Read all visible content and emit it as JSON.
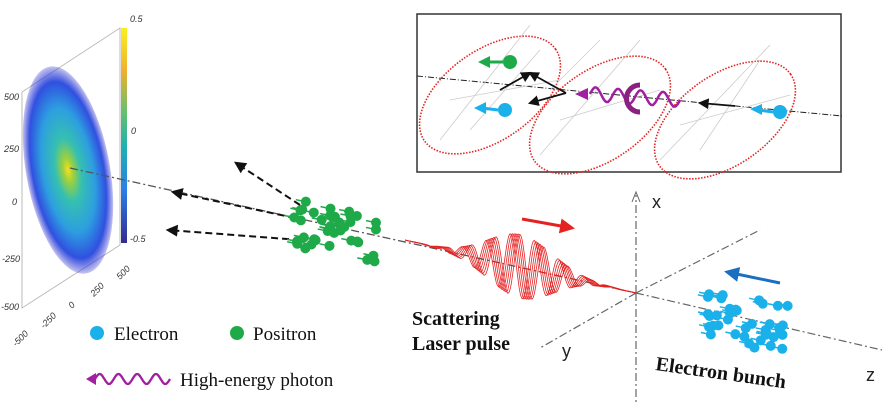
{
  "heatmap": {
    "colorbar_ticks": [
      "0.5",
      "0",
      "-0.5"
    ],
    "vertical_ticks": [
      "500",
      "250",
      "0",
      "-250",
      "-500"
    ],
    "horizontal_ticks": [
      "-500",
      "-250",
      "0",
      "250",
      "500"
    ]
  },
  "legend": {
    "electron": "Electron",
    "positron": "Positron",
    "photon": "High-energy photon"
  },
  "labels": {
    "laser_line1": "Scattering",
    "laser_line2": "Laser pulse",
    "electron_bunch": "Electron bunch"
  },
  "axes": {
    "x": "x",
    "y": "y",
    "z": "z"
  },
  "colors": {
    "electron": "#1ab0ea",
    "positron": "#1faa4a",
    "photon": "#a020a0",
    "laser": "#e52222"
  }
}
